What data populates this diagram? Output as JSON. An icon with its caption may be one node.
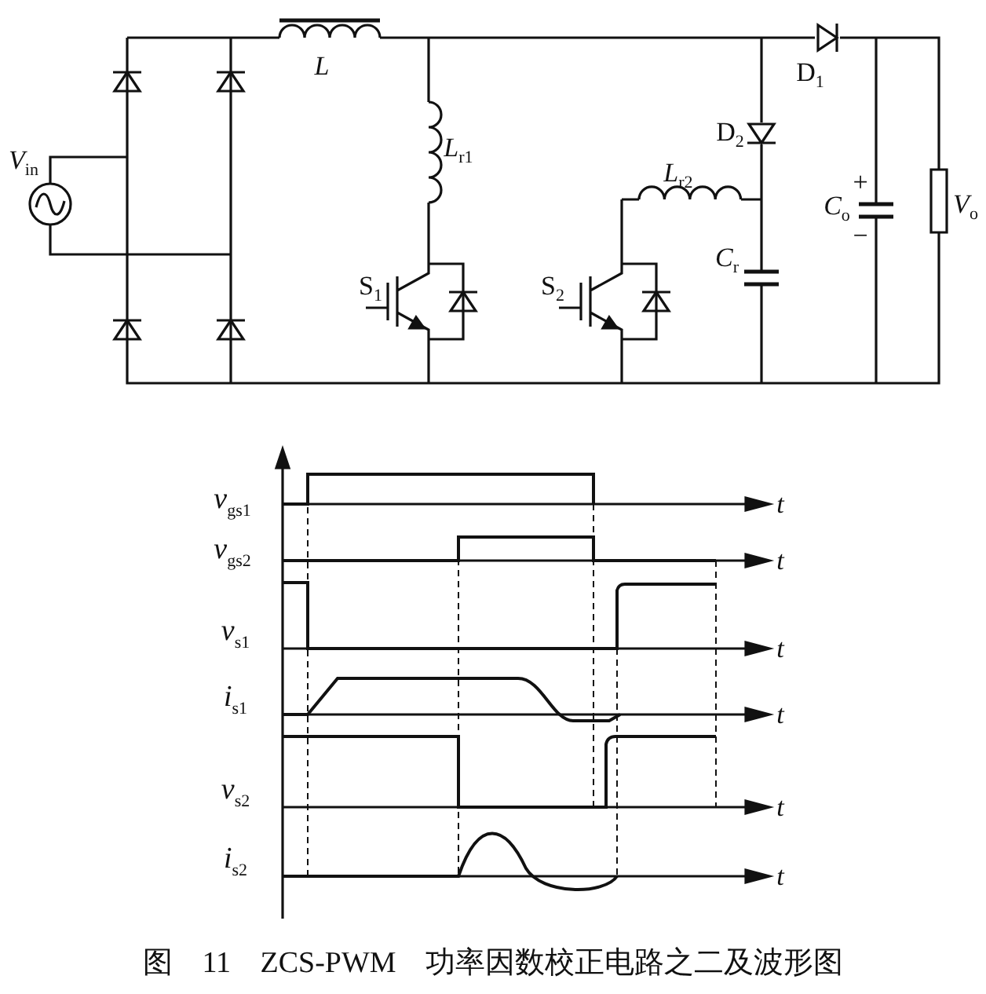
{
  "diagram": {
    "caption": "图 11 ZCS-PWM 功率因数校正电路之二及波形图",
    "labels": [
      "*V*$_{in}$",
      "L",
      "*L*$_{r1}$",
      "S$_{1}$",
      "S$_{2}$",
      "*L*$_{r2}$",
      "D$_{2}$",
      "*C*$_{r}$",
      "D$_{1}$",
      "+",
      "*C*$_{o}$",
      "−",
      "*V*$_{o}$",
      "*v*$_{gs1}$",
      "t",
      "*v*$_{gs2}$",
      "t",
      "*v*$_{s1}$",
      "t",
      "*i*$_{s1}$",
      "t",
      "*v*$_{s2}$",
      "t",
      "*i*$_{s2}$",
      "t"
    ]
  }
}
